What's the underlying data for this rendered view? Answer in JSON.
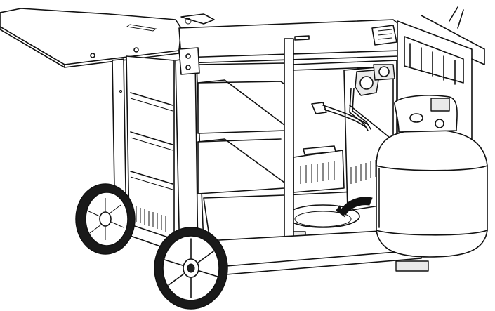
{
  "figure": {
    "subject": "grill-cart-with-propane-tank",
    "parts": [
      "side-shelf",
      "cart-frame",
      "inner-shelf-upper",
      "inner-shelf-lower",
      "tank-opening",
      "regulator-hose",
      "propane-tank",
      "tank-retainer",
      "rotation-arrow",
      "wheel-left",
      "wheel-right",
      "control-knob"
    ]
  },
  "colors": {
    "line": "#111111",
    "fill": "#ffffff",
    "shade": "#e9e9e9",
    "tire": "#1a1a1a"
  }
}
